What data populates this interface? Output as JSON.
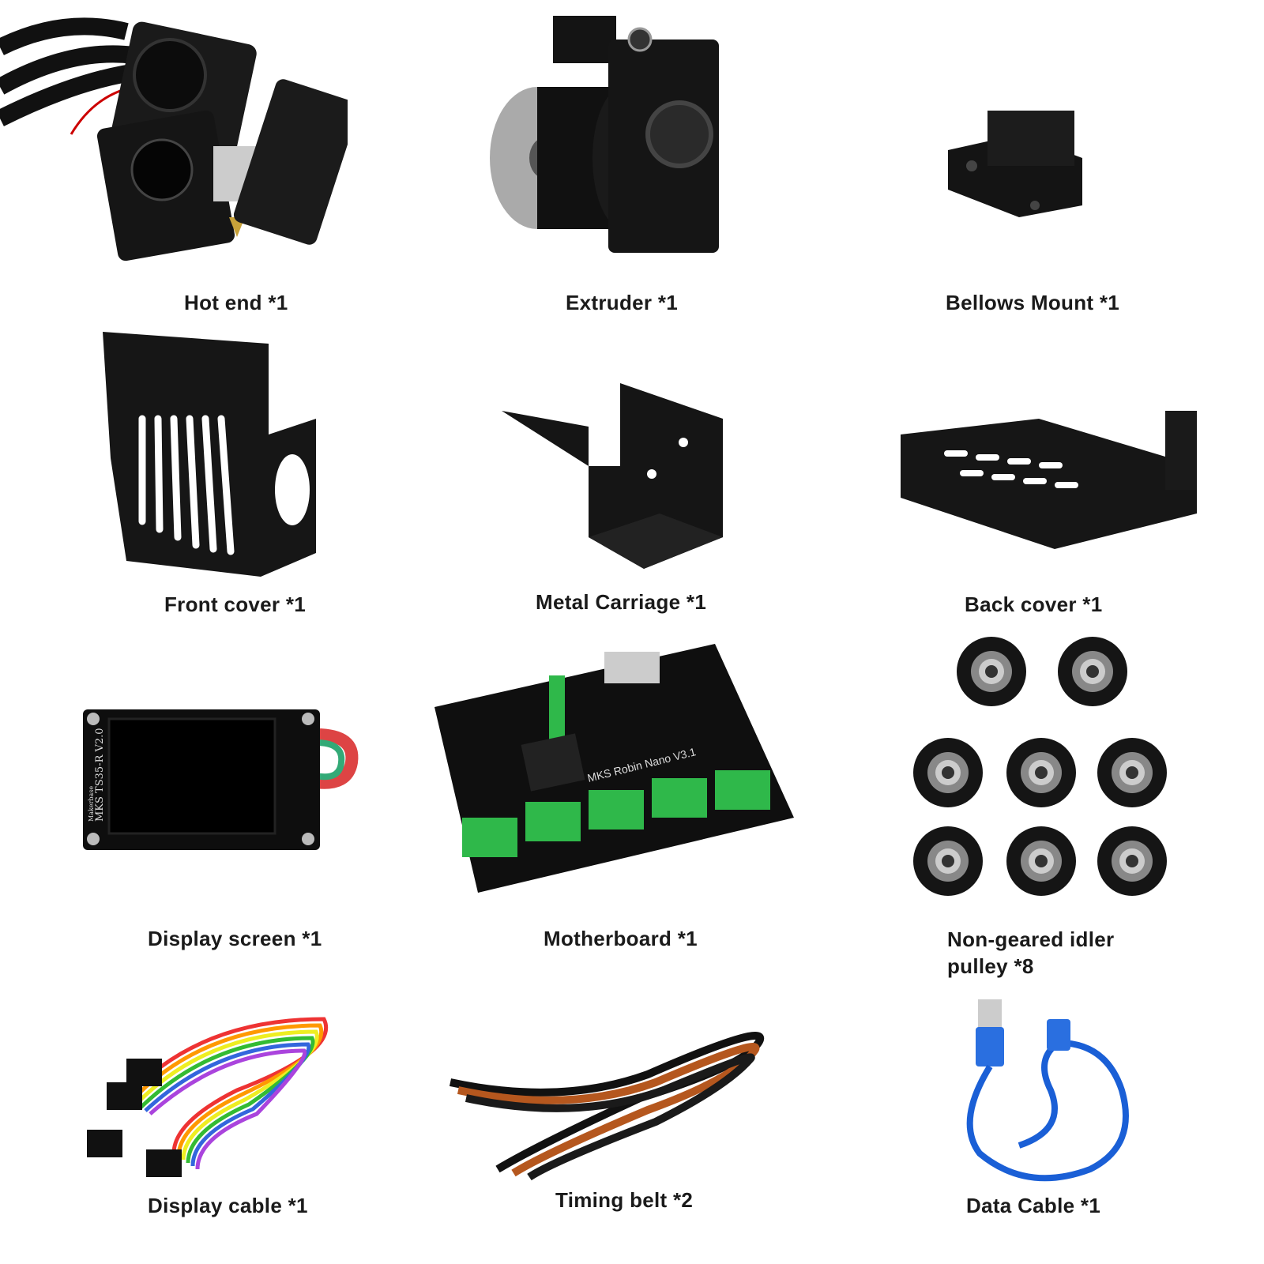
{
  "items": [
    {
      "label": "Hot end *1"
    },
    {
      "label": "Extruder *1"
    },
    {
      "label": "Bellows Mount *1"
    },
    {
      "label": "Front cover *1"
    },
    {
      "label": "Metal Carriage *1"
    },
    {
      "label": "Back cover *1"
    },
    {
      "label": "Display screen *1",
      "print": "MKS TS35-R V2.0",
      "brand": "Makerbase"
    },
    {
      "label": "Motherboard *1",
      "print": "MKS Robin Nano V3.1"
    },
    {
      "label": "Non-geared idler pulley *8"
    },
    {
      "label": "Display cable *1"
    },
    {
      "label": "Timing belt *2"
    },
    {
      "label": "Data Cable *1"
    }
  ],
  "colors": {
    "part": "#141414",
    "accent_green": "#1fa83a",
    "cable_blue": "#1a5fd6",
    "belt": "#b5571e"
  }
}
